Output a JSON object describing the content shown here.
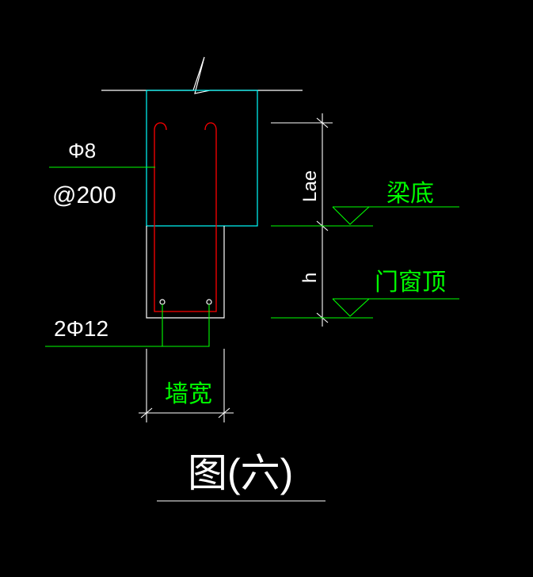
{
  "colors": {
    "background": "#000000",
    "outline": "#ffffff",
    "beam": "#00ffff",
    "rebar": "#ff0000",
    "leader": "#00ff00",
    "text_white": "#ffffff",
    "text_green": "#00ff00"
  },
  "labels": {
    "stirrup_dia": "Φ8",
    "stirrup_spacing": "@200",
    "main_bars": "2Φ12",
    "lae": "Lae",
    "h": "h",
    "beam_bottom": "梁底",
    "opening_top": "门窗顶",
    "wall_width": "墙宽",
    "figure_title": "图(六)"
  }
}
